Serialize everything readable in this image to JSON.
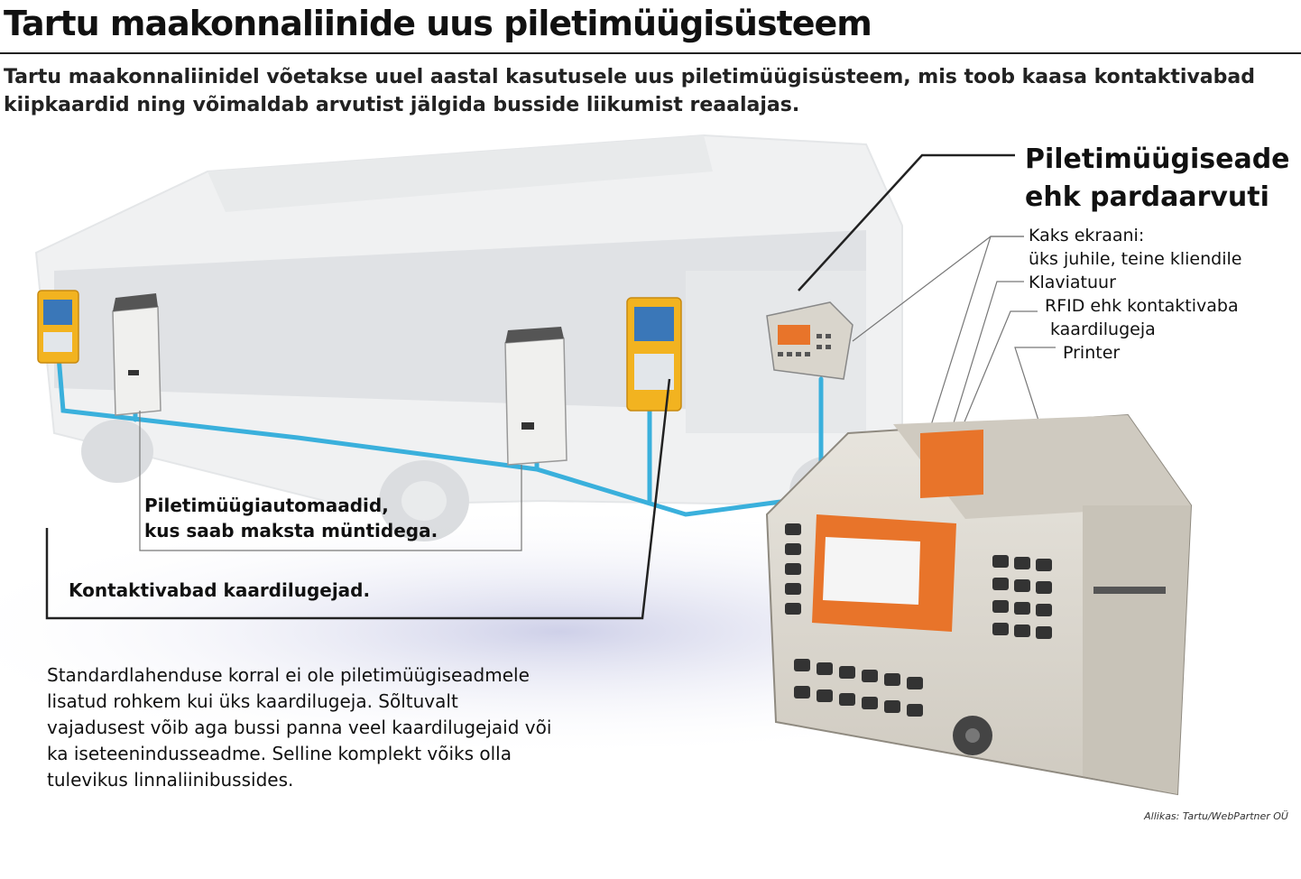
{
  "title": "Tartu maakonnaliinide uus piletimüügisüsteem",
  "intro": [
    "Tartu maakonnaliinidel võetakse uuel aastal kasutusele uus piletimüügisüsteem, mis toob kaasa kontaktivabad",
    "kiipkaardid ning võimaldab arvutist jälgida busside liikumist reaalajas."
  ],
  "device": {
    "title_lines": [
      "Piletimüügiseade",
      "ehk pardaarvuti"
    ],
    "callouts": [
      "Kaks ekraani:",
      "üks juhile, teine kliendile",
      "Klaviatuur",
      "RFID ehk kontaktivaba",
      "kaardilugeja",
      "Printer"
    ]
  },
  "labels": {
    "machines": [
      "Piletimüügiautomaadid,",
      "kus saab maksta müntidega."
    ],
    "readers": "Kontaktivabad kaardilugejad."
  },
  "body": [
    "Standardlahenduse korral ei ole piletimüügiseadmele",
    "lisatud rohkem kui üks kaardilugeja. Sõltuvalt",
    "vajadusest võib aga bussi panna veel kaardilugejaid või",
    "ka iseteenindusseadme. Selline komplekt võiks olla",
    "tulevikus linnaliinibussides."
  ],
  "source": "Allikas: Tartu/WebPartner OÜ",
  "colors": {
    "cable": "#3ab0dc",
    "reader": "#f2b320",
    "screen": "#e8742a",
    "bus": "#e4e6e8",
    "device_body": "#d9d5cc"
  }
}
